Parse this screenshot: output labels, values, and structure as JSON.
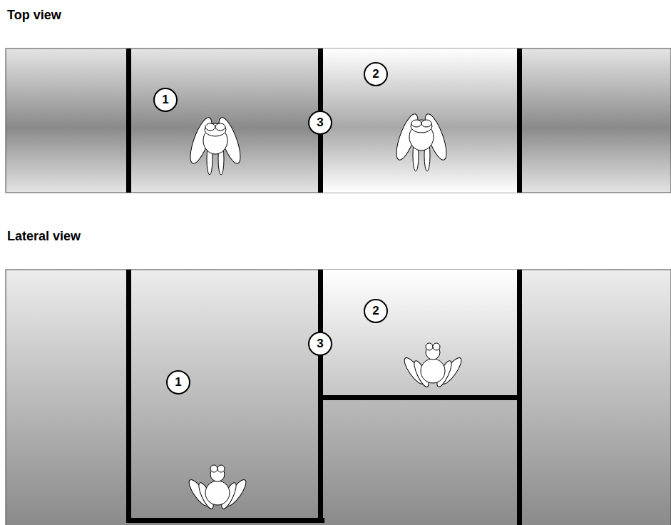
{
  "diagram": {
    "labels": [
      "Top view",
      "1",
      "2",
      "3",
      "Lateral view",
      "2",
      "3",
      "1"
    ]
  }
}
